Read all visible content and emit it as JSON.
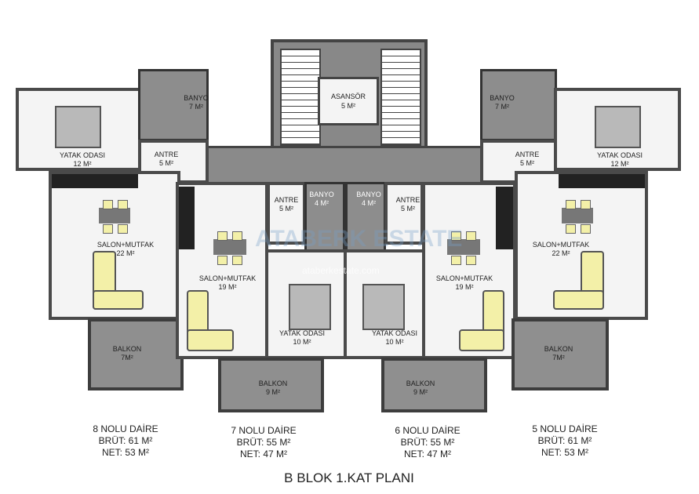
{
  "plan_title": "B BLOK 1.KAT PLANI",
  "core": {
    "elevator": "ASANSÖR",
    "elevator_area": "5 M²"
  },
  "watermark": {
    "logo": "ATABERK ESTATE",
    "url": "ataberkestate.com"
  },
  "units": [
    {
      "name": "8 NOLU DAİRE",
      "gross": "BRÜT:  61 M²",
      "net": "NET: 53 M²",
      "rooms": {
        "bedroom": "YATAK ODASI",
        "bedroom_area": "12 M²",
        "bath": "BANYO",
        "bath_area": "7 M²",
        "hall": "ANTRE",
        "hall_area": "5 M²",
        "living": "SALON+MUTFAK",
        "living_area": "22 M²",
        "balcony": "BALKON",
        "balcony_area": "7M²"
      }
    },
    {
      "name": "7 NOLU DAİRE",
      "gross": "BRÜT:  55 M²",
      "net": "NET: 47 M²",
      "rooms": {
        "bedroom": "YATAK ODASI",
        "bedroom_area": "10 M²",
        "bath": "BANYO",
        "bath_area": "4 M²",
        "hall": "ANTRE",
        "hall_area": "5 M²",
        "living": "SALON+MUTFAK",
        "living_area": "19 M²",
        "balcony": "BALKON",
        "balcony_area": "9 M²"
      }
    },
    {
      "name": "6 NOLU DAİRE",
      "gross": "BRÜT:  55 M²",
      "net": "NET: 47 M²",
      "rooms": {
        "bedroom": "YATAK ODASI",
        "bedroom_area": "10 M²",
        "bath": "BANYO",
        "bath_area": "4 M²",
        "hall": "ANTRE",
        "hall_area": "5 M²",
        "living": "SALON+MUTFAK",
        "living_area": "19 M²",
        "balcony": "BALKON",
        "balcony_area": "9 M²"
      }
    },
    {
      "name": "5 NOLU DAİRE",
      "gross": "BRÜT:  61 M²",
      "net": "NET: 53 M²",
      "rooms": {
        "bedroom": "YATAK ODASI",
        "bedroom_area": "12 M²",
        "bath": "BANYO",
        "bath_area": "7 M²",
        "hall": "ANTRE",
        "hall_area": "5 M²",
        "living": "SALON+MUTFAK",
        "living_area": "22 M²",
        "balcony": "BALKON",
        "balcony_area": "7M²"
      }
    }
  ]
}
